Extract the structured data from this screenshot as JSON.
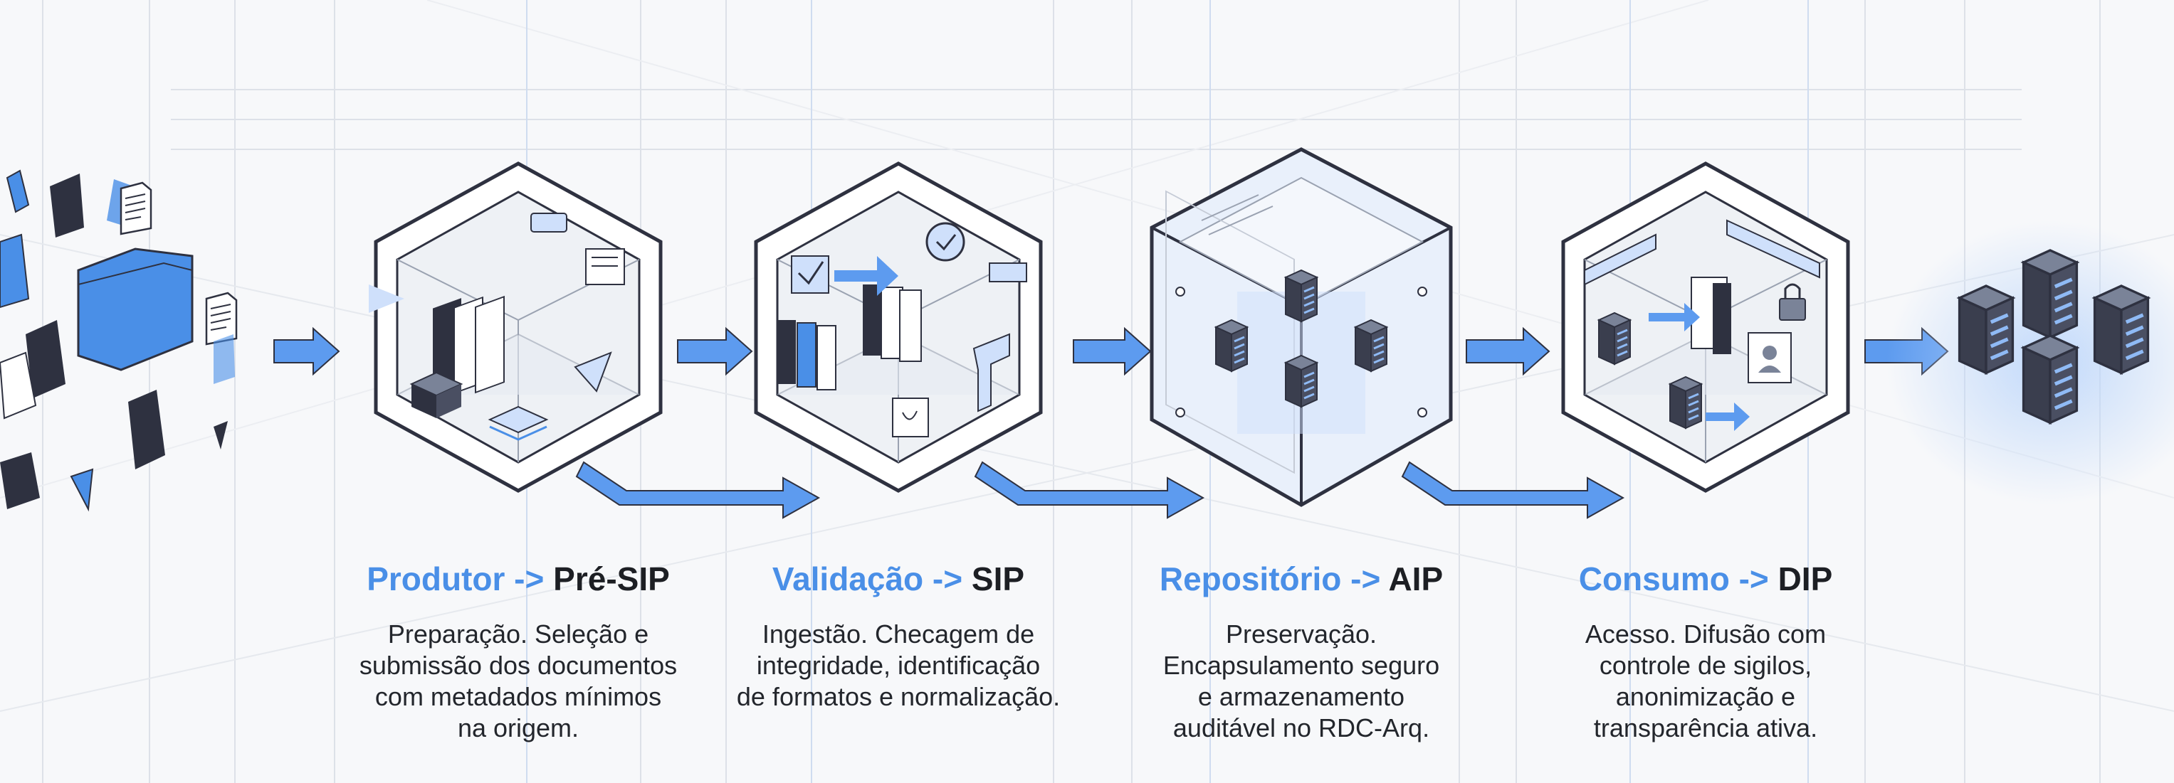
{
  "colors": {
    "accent": "#4a8fe7",
    "accent_light": "#cfe0fb",
    "dark": "#2e3140",
    "line": "#d6dae1"
  },
  "stages": [
    {
      "source": "Produtor ->",
      "target": "Pré-SIP",
      "description": [
        "Preparação. Seleção e",
        "submissão dos documentos",
        "com metadados mínimos",
        "na origem."
      ]
    },
    {
      "source": "Validação ->",
      "target": "SIP",
      "description": [
        "Ingestão. Checagem de",
        "integridade, identificação",
        "de formatos e normalização."
      ]
    },
    {
      "source": "Repositório ->",
      "target": "AIP",
      "description": [
        "Preservação.",
        "Encapsulamento seguro",
        "e armazenamento",
        "auditável no RDC-Arq."
      ]
    },
    {
      "source": "Consumo ->",
      "target": "DIP",
      "description": [
        "Acesso. Difusão com",
        "controle de sigilos,",
        "anonimização e",
        "transparência ativa."
      ]
    }
  ],
  "icons": {
    "source": "scattered-documents-folder-icon",
    "stage_1": "producer-room-icon",
    "stage_2": "validation-room-icon",
    "stage_3": "glass-repository-cube-icon",
    "stage_4": "access-room-lock-icon",
    "sink": "server-cluster-icon"
  }
}
